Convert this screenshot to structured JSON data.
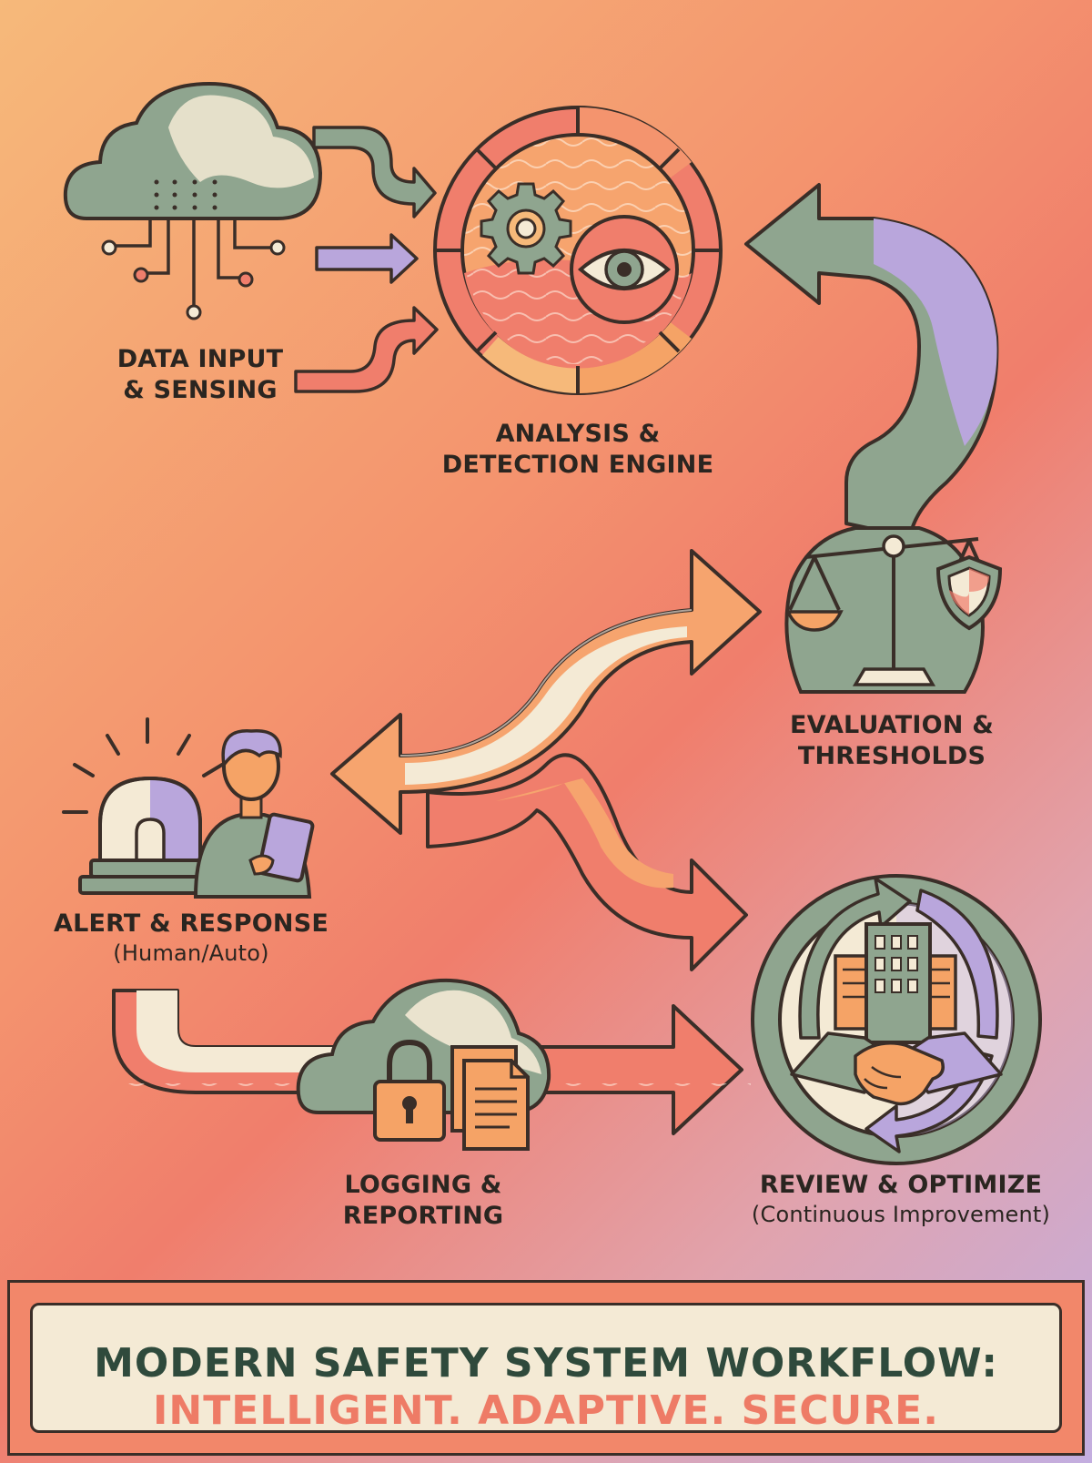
{
  "stages": {
    "data_input": {
      "line1": "DATA INPUT",
      "line2": "& SENSING"
    },
    "analysis": {
      "line1": "ANALYSIS &",
      "line2": "DETECTION ENGINE"
    },
    "evaluation": {
      "line1": "EVALUATION &",
      "line2": "THRESHOLDS"
    },
    "alert": {
      "line1": "ALERT & RESPONSE",
      "sub": "(Human/Auto)"
    },
    "logging": {
      "line1": "LOGGING &",
      "line2": "REPORTING"
    },
    "review": {
      "line1": "REVIEW & OPTIMIZE",
      "sub": "(Continuous Improvement)"
    }
  },
  "banner": {
    "line1": "MODERN SAFETY SYSTEM WORKFLOW:",
    "line2": "INTELLIGENT. ADAPTIVE. SECURE."
  },
  "icons": [
    "cloud-sensor-icon",
    "gear-icon",
    "eye-icon",
    "scales-icon",
    "shield-icon",
    "alarm-beacon-icon",
    "person-tablet-icon",
    "padlock-icon",
    "document-icon",
    "building-icon",
    "handshake-icon",
    "cycle-arrows-icon"
  ],
  "colors": {
    "sage": "#8fa58f",
    "cream": "#f4ead5",
    "coral": "#ee7b66",
    "orange": "#f5a366",
    "lavender": "#b9a6dc",
    "outline": "#3a2e28",
    "banner_title": "#2f4a3c"
  }
}
